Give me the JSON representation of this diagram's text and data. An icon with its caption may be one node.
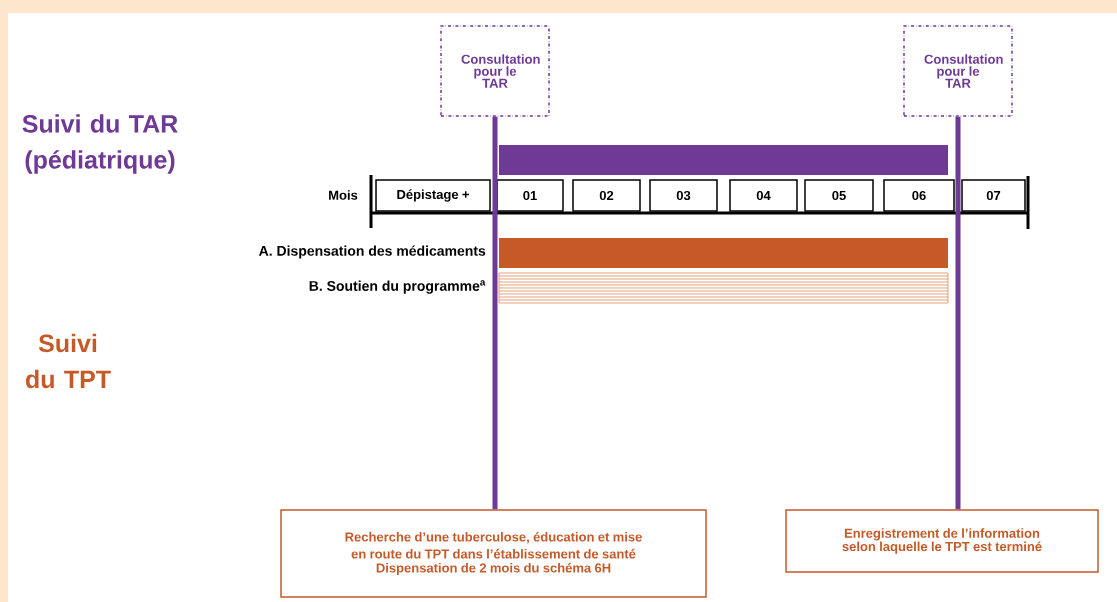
{
  "diagram": {
    "nodes": [
      {
        "text": [
          "Consultation pour le TAR"
        ]
      },
      {
        "text": [
          "Consultation pour le TAR"
        ]
      },
      {
        "text": [],
        "shape": "bar"
      },
      {
        "text": [
          "Dépistage +"
        ]
      },
      {
        "text": [
          "01"
        ]
      },
      {
        "text": [
          "02"
        ]
      },
      {
        "text": [
          "03"
        ]
      },
      {
        "text": [
          "04"
        ]
      },
      {
        "text": [
          "05"
        ]
      },
      {
        "text": [
          "06"
        ]
      },
      {
        "text": [
          "07"
        ]
      },
      {
        "text": [],
        "shape": "bar"
      },
      {
        "text": [],
        "shape": "bar"
      },
      {
        "text": [
          "Recherche d’une tuberculose, éducation et mise en route du TPT dans l’établissement de santé",
          "Dispensation de 2 mois du schéma 6H"
        ]
      },
      {
        "text": [
          "Enregistrement de l’information selon laquelle le TPT est terminé"
        ]
      }
    ],
    "edges": [
      {
        "from": 0,
        "to": 13,
        "arrow": "none"
      },
      {
        "from": 1,
        "to": 14,
        "arrow": "none"
      }
    ],
    "labels": [
      "Suivi du TAR (pédiatrique)",
      "Mois",
      "A. Dispensation des médicaments",
      "B. Soutien du programme$^{a}$",
      "Suivi du TPT"
    ]
  }
}
